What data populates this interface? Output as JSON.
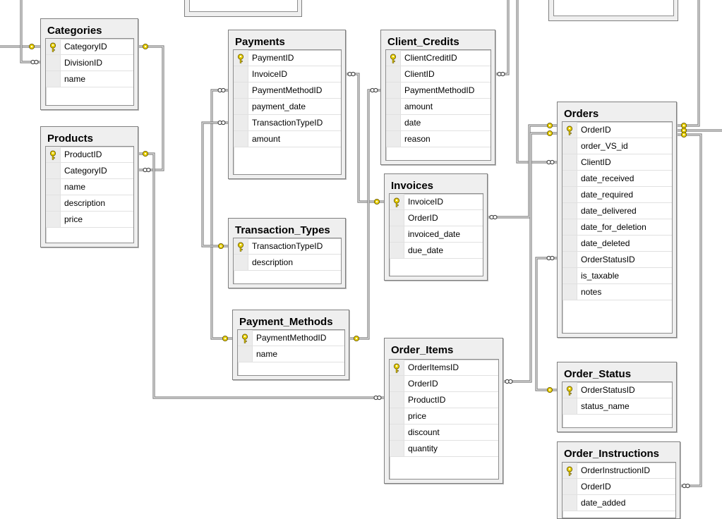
{
  "tables": {
    "categories": {
      "title": "Categories",
      "columns": [
        {
          "name": "CategoryID",
          "pk": true
        },
        {
          "name": "DivisionID",
          "pk": false
        },
        {
          "name": "name",
          "pk": false
        }
      ]
    },
    "products": {
      "title": "Products",
      "columns": [
        {
          "name": "ProductID",
          "pk": true
        },
        {
          "name": "CategoryID",
          "pk": false
        },
        {
          "name": "name",
          "pk": false
        },
        {
          "name": "description",
          "pk": false
        },
        {
          "name": "price",
          "pk": false
        }
      ]
    },
    "payments": {
      "title": "Payments",
      "columns": [
        {
          "name": "PaymentID",
          "pk": true
        },
        {
          "name": "InvoiceID",
          "pk": false
        },
        {
          "name": "PaymentMethodID",
          "pk": false
        },
        {
          "name": "payment_date",
          "pk": false
        },
        {
          "name": "TransactionTypeID",
          "pk": false
        },
        {
          "name": "amount",
          "pk": false
        }
      ]
    },
    "client_credits": {
      "title": "Client_Credits",
      "columns": [
        {
          "name": "ClientCreditID",
          "pk": true
        },
        {
          "name": "ClientID",
          "pk": false
        },
        {
          "name": "PaymentMethodID",
          "pk": false
        },
        {
          "name": "amount",
          "pk": false
        },
        {
          "name": "date",
          "pk": false
        },
        {
          "name": "reason",
          "pk": false
        }
      ]
    },
    "orders": {
      "title": "Orders",
      "columns": [
        {
          "name": "OrderID",
          "pk": true
        },
        {
          "name": "order_VS_id",
          "pk": false
        },
        {
          "name": "ClientID",
          "pk": false
        },
        {
          "name": "date_received",
          "pk": false
        },
        {
          "name": "date_required",
          "pk": false
        },
        {
          "name": "date_delivered",
          "pk": false
        },
        {
          "name": "date_for_deletion",
          "pk": false
        },
        {
          "name": "date_deleted",
          "pk": false
        },
        {
          "name": "OrderStatusID",
          "pk": false
        },
        {
          "name": "is_taxable",
          "pk": false
        },
        {
          "name": "notes",
          "pk": false
        }
      ]
    },
    "invoices": {
      "title": "Invoices",
      "columns": [
        {
          "name": "InvoiceID",
          "pk": true
        },
        {
          "name": "OrderID",
          "pk": false
        },
        {
          "name": "invoiced_date",
          "pk": false
        },
        {
          "name": "due_date",
          "pk": false
        }
      ]
    },
    "transaction_types": {
      "title": "Transaction_Types",
      "columns": [
        {
          "name": "TransactionTypeID",
          "pk": true
        },
        {
          "name": "description",
          "pk": false
        }
      ]
    },
    "payment_methods": {
      "title": "Payment_Methods",
      "columns": [
        {
          "name": "PaymentMethodID",
          "pk": true
        },
        {
          "name": "name",
          "pk": false
        }
      ]
    },
    "order_items": {
      "title": "Order_Items",
      "columns": [
        {
          "name": "OrderItemsID",
          "pk": true
        },
        {
          "name": "OrderID",
          "pk": false
        },
        {
          "name": "ProductID",
          "pk": false
        },
        {
          "name": "price",
          "pk": false
        },
        {
          "name": "discount",
          "pk": false
        },
        {
          "name": "quantity",
          "pk": false
        }
      ]
    },
    "order_status": {
      "title": "Order_Status",
      "columns": [
        {
          "name": "OrderStatusID",
          "pk": true
        },
        {
          "name": "status_name",
          "pk": false
        }
      ]
    },
    "order_instructions": {
      "title": "Order_Instructions",
      "columns": [
        {
          "name": "OrderInstructionID",
          "pk": true
        },
        {
          "name": "OrderID",
          "pk": false
        },
        {
          "name": "date_added",
          "pk": false
        }
      ]
    }
  },
  "icons": {
    "primary_key": "key-icon",
    "one_end": "key-end-icon",
    "many_end": "infinity-end-icon"
  },
  "colors": {
    "key_gold": "#e8d000",
    "line": "#7a7a7a",
    "table_bg": "#efefef",
    "grid_bg": "#ffffff"
  }
}
